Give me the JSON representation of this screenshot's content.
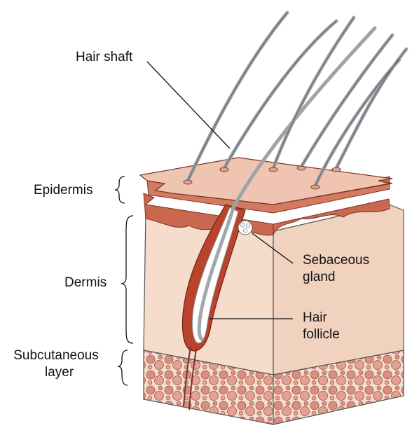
{
  "labels": {
    "hair_shaft": "Hair shaft",
    "epidermis": "Epidermis",
    "dermis": "Dermis",
    "subcutaneous_line1": "Subcutaneous",
    "subcutaneous_line2": "layer",
    "sebaceous_line1": "Sebaceous",
    "sebaceous_line2": "gland",
    "follicle_line1": "Hair",
    "follicle_line2": "follicle"
  },
  "colors": {
    "epidermis_top": "#efc4b0",
    "epidermis_red": "#c9674f",
    "dermis": "#f6dccb",
    "dermis_side": "#f1d2bf",
    "subcutaneous": "#f3ddd2",
    "subcutaneous_lobule": "#d98f7e",
    "follicle_red": "#b9432c",
    "hair": "#9ea3a8",
    "outline": "#333333"
  }
}
